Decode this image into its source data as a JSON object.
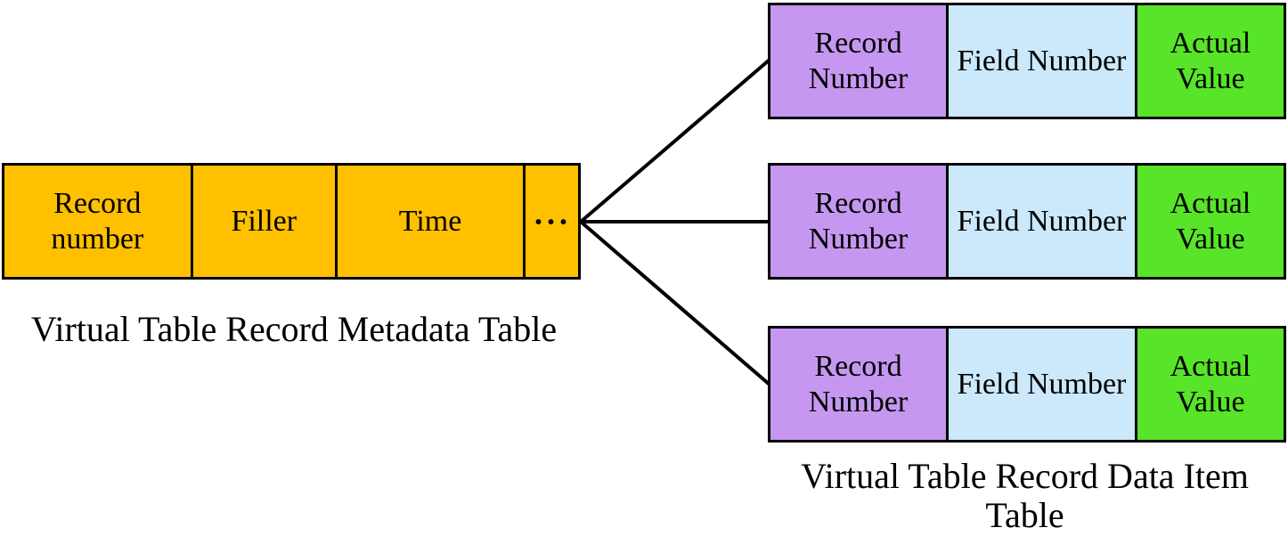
{
  "colors": {
    "orange": "#FFC000",
    "purple": "#C697F0",
    "blue": "#CBE9FA",
    "green": "#58E428",
    "border": "#000000",
    "line": "#000000"
  },
  "metadata_table": {
    "caption": "Virtual Table Record Metadata Table",
    "cells": [
      "Record number",
      "Filler",
      "Time",
      "···"
    ]
  },
  "data_item_table": {
    "caption": "Virtual Table Record Data Item Table",
    "rows": [
      [
        "Record Number",
        "Field Number",
        "Actual Value"
      ],
      [
        "Record Number",
        "Field Number",
        "Actual Value"
      ],
      [
        "Record Number",
        "Field Number",
        "Actual Value"
      ]
    ]
  },
  "connectors": {
    "count": 3,
    "from": "metadata-table-right-edge",
    "to": [
      "data-item-row-1",
      "data-item-row-2",
      "data-item-row-3"
    ]
  }
}
